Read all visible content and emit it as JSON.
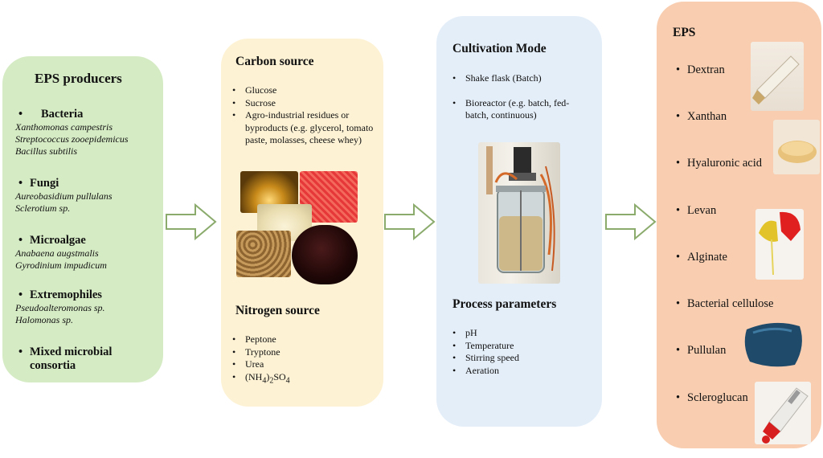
{
  "producers": {
    "title": "EPS producers",
    "groups": [
      {
        "name": "Bacteria",
        "species": [
          "Xanthomonas campestris",
          "Streptococcus zooepidemicus",
          "Bacillus subtilis"
        ]
      },
      {
        "name": "Fungi",
        "species": [
          "Aureobasidium pullulans",
          "Sclerotium sp."
        ]
      },
      {
        "name": "Microalgae",
        "species": [
          "Anabaena augstmalis",
          "Gyrodinium impudicum"
        ]
      },
      {
        "name": "Extremophiles",
        "species": [
          "Pseudoalteromonas sp.",
          "Halomonas sp."
        ]
      },
      {
        "name": "Mixed microbial consortia",
        "species": []
      }
    ]
  },
  "media": {
    "carbon_title": "Carbon source",
    "carbon_items": [
      "Glucose",
      "Sucrose",
      "Agro-industrial residues or byproducts (e.g. glycerol, tomato paste, molasses, cheese whey)"
    ],
    "nitrogen_title": "Nitrogen source",
    "nitrogen_items": [
      "Peptone",
      "Tryptone",
      "Urea"
    ],
    "nitrogen_salt": {
      "a": "(NH",
      "b": "4",
      "c": ")",
      "d": "2",
      "e": "SO",
      "f": "4"
    }
  },
  "cultivation": {
    "mode_title": "Cultivation Mode",
    "mode_items": [
      "Shake flask  (Batch)",
      "Bioreactor (e.g. batch, fed-batch, continuous)"
    ],
    "params_title": "Process parameters",
    "param_items": [
      "pH",
      "Temperature",
      "Stirring speed",
      "Aeration"
    ]
  },
  "eps": {
    "title": "EPS",
    "items": [
      "Dextran",
      "Xanthan",
      "Hyaluronic acid",
      "Levan",
      "Alginate",
      "Bacterial cellulose",
      "Pullulan",
      "Scleroglucan"
    ]
  },
  "colors": {
    "producers_bg": "#d5ebc4",
    "media_bg": "#fdf2d4",
    "cultivation_bg": "#e4eef9",
    "eps_bg": "#f8cdb0",
    "arrow_stroke": "#8aab6c"
  }
}
